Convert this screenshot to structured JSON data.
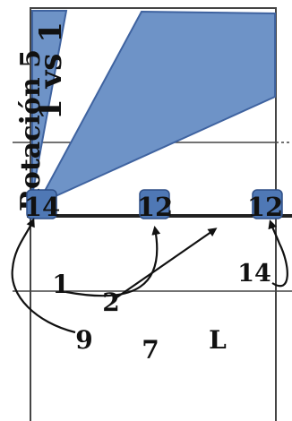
{
  "diagram": {
    "title_main": "Rotación 5",
    "title_sub": "1 vs 1",
    "net_players": [
      "14",
      "12",
      "12"
    ],
    "back_players": [
      "1",
      "2",
      "14",
      "9",
      "7",
      "L"
    ],
    "colors": {
      "zone_fill": "#6e93c7",
      "zone_stroke": "#3f63a0",
      "marker_fill": "#4f78b5",
      "line": "#333333",
      "text": "#111111"
    }
  }
}
